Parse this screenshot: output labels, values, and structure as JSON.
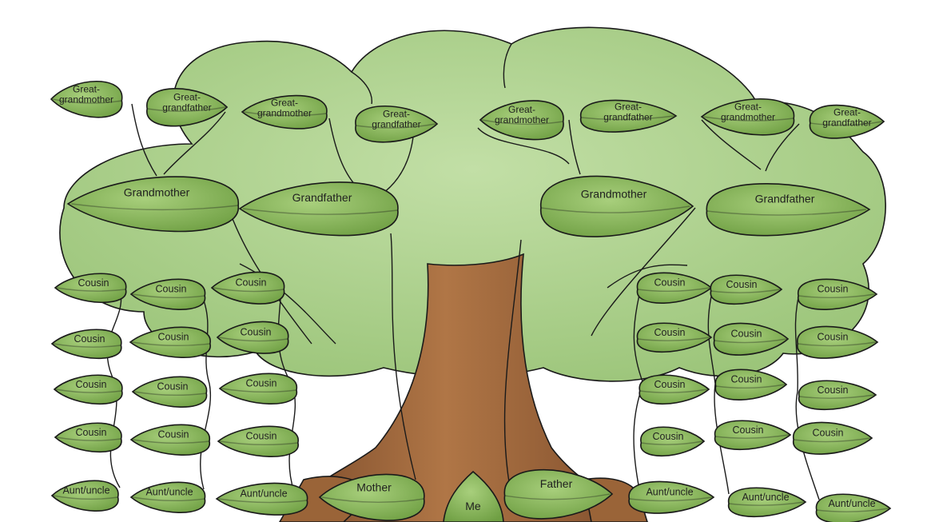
{
  "colors": {
    "canopy": "#a6cc86",
    "canopy_light": "#bcdb9f",
    "leaf": "#7eb04f",
    "leaf_light": "#a4cd78",
    "trunk": "#8c5a35",
    "trunk_light": "#b57b49",
    "outline": "#1a1a1a"
  },
  "tree": {
    "great_grandparents": [
      {
        "lines": [
          "Great-",
          "grandmother"
        ]
      },
      {
        "lines": [
          "Great-",
          "grandfather"
        ]
      },
      {
        "lines": [
          "Great-",
          "grandmother"
        ]
      },
      {
        "lines": [
          "Great-",
          "grandfather"
        ]
      },
      {
        "lines": [
          "Great-",
          "grandmother"
        ]
      },
      {
        "lines": [
          "Great-",
          "grandfather"
        ]
      },
      {
        "lines": [
          "Great-",
          "grandmother"
        ]
      },
      {
        "lines": [
          "Great-",
          "grandfather"
        ]
      }
    ],
    "grandparents": [
      {
        "label": "Grandmother"
      },
      {
        "label": "Grandfather"
      },
      {
        "label": "Grandmother"
      },
      {
        "label": "Grandfather"
      }
    ],
    "cousins_left": [
      {
        "label": "Cousin"
      },
      {
        "label": "Cousin"
      },
      {
        "label": "Cousin"
      },
      {
        "label": "Cousin"
      },
      {
        "label": "Cousin"
      },
      {
        "label": "Cousin"
      },
      {
        "label": "Cousin"
      },
      {
        "label": "Cousin"
      },
      {
        "label": "Cousin"
      },
      {
        "label": "Cousin"
      },
      {
        "label": "Cousin"
      },
      {
        "label": "Cousin"
      }
    ],
    "cousins_right": [
      {
        "label": "Cousin"
      },
      {
        "label": "Cousin"
      },
      {
        "label": "Cousin"
      },
      {
        "label": "Cousin"
      },
      {
        "label": "Cousin"
      },
      {
        "label": "Cousin"
      },
      {
        "label": "Cousin"
      },
      {
        "label": "Cousin"
      },
      {
        "label": "Cousin"
      },
      {
        "label": "Cousin"
      },
      {
        "label": "Cousin"
      },
      {
        "label": "Cousin"
      }
    ],
    "aunts_uncles": [
      {
        "label": "Aunt/uncle"
      },
      {
        "label": "Aunt/uncle"
      },
      {
        "label": "Aunt/uncle"
      },
      {
        "label": "Aunt/uncle"
      },
      {
        "label": "Aunt/uncle"
      },
      {
        "label": "Aunt/uncle"
      }
    ],
    "parents": [
      {
        "label": "Mother"
      },
      {
        "label": "Father"
      }
    ],
    "me": {
      "label": "Me"
    }
  }
}
